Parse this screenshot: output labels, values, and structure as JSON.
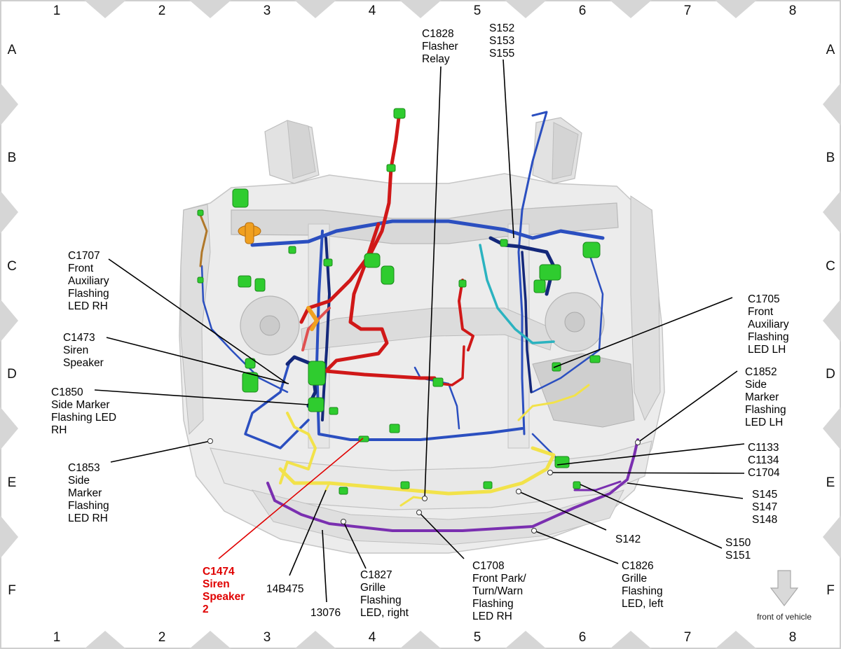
{
  "grid": {
    "columns": [
      "1",
      "2",
      "3",
      "4",
      "5",
      "6",
      "7",
      "8"
    ],
    "rows": [
      "A",
      "B",
      "C",
      "D",
      "E",
      "F"
    ]
  },
  "callouts": {
    "c1828": [
      "C1828",
      "Flasher",
      "Relay"
    ],
    "s152": [
      "S152",
      "S153",
      "S155"
    ],
    "c1707": [
      "C1707",
      "Front",
      "Auxiliary",
      "Flashing",
      "LED RH"
    ],
    "c1705": [
      "C1705",
      "Front",
      "Auxiliary",
      "Flashing",
      "LED LH"
    ],
    "c1473": [
      "C1473",
      "Siren",
      "Speaker"
    ],
    "c1852": [
      "C1852",
      "Side",
      "Marker",
      "Flashing",
      "LED LH"
    ],
    "c1850": [
      "C1850",
      "Side Marker",
      "Flashing LED",
      "RH"
    ],
    "c1133": [
      "C1133",
      "C1134",
      "C1704"
    ],
    "c1853": [
      "C1853",
      "Side",
      "Marker",
      "Flashing",
      "LED RH"
    ],
    "s145": [
      "S145",
      "S147",
      "S148"
    ],
    "s142": [
      "S142"
    ],
    "s150": [
      "S150",
      "S151"
    ],
    "c1474": [
      "C1474",
      "Siren",
      "Speaker",
      "2"
    ],
    "b14b475": [
      "14B475"
    ],
    "n13076": [
      "13076"
    ],
    "c1827": [
      "C1827",
      "Grille",
      "Flashing",
      "LED, right"
    ],
    "c1708": [
      "C1708",
      "Front Park/",
      "Turn/Warn",
      "Flashing",
      "LED RH"
    ],
    "c1826": [
      "C1826",
      "Grille",
      "Flashing",
      "LED, left"
    ]
  },
  "front_indicator": "front of vehicle",
  "colors": {
    "highlight": "#e00000",
    "harness_red": "#d01818",
    "harness_blue": "#2b4fc0",
    "harness_navy": "#14287a",
    "harness_yellow": "#f2e24a",
    "harness_purple": "#7a2fb0",
    "harness_cyan": "#2bb3c0",
    "connector_green": "#2fcc2f",
    "chassis": "#e4e4e4"
  }
}
